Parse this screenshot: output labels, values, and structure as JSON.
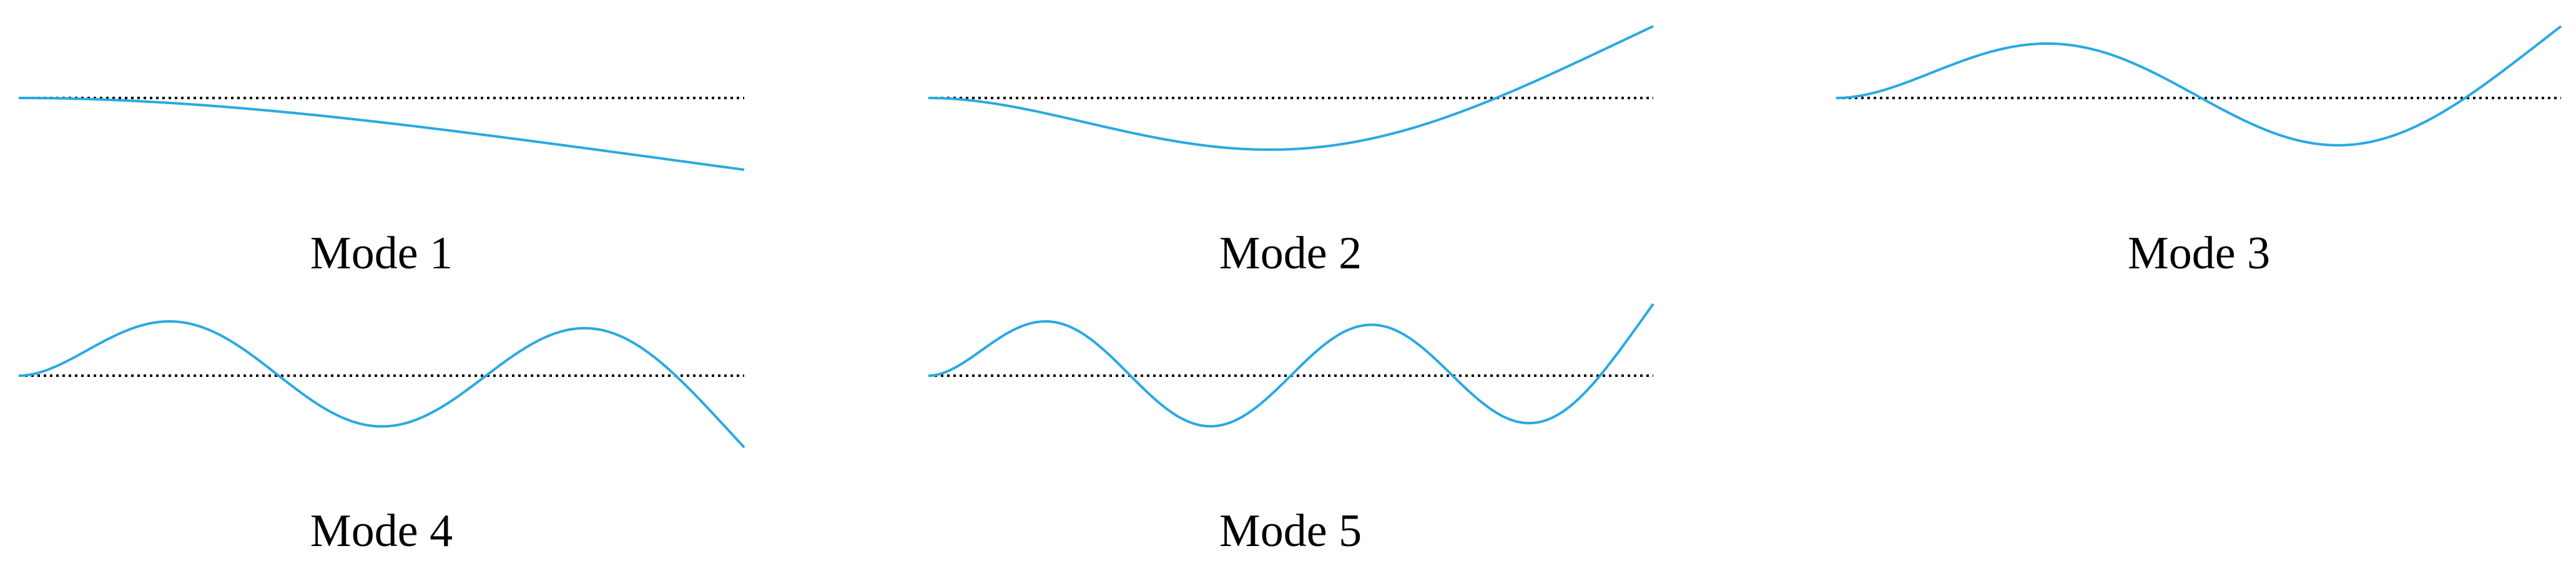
{
  "colors": {
    "curve": "#29a9e1",
    "baseline": "#000000",
    "background": "#ffffff"
  },
  "panels": [
    {
      "label": "Mode 1",
      "mode_number": 1,
      "shape": "cantilever mode 1: single monotone deflection"
    },
    {
      "label": "Mode 2",
      "mode_number": 2,
      "shape": "cantilever mode 2: one zero crossing"
    },
    {
      "label": "Mode 3",
      "mode_number": 3,
      "shape": "cantilever mode 3: two zero crossings"
    },
    {
      "label": "Mode 4",
      "mode_number": 4,
      "shape": "cantilever mode 4: three zero crossings"
    },
    {
      "label": "Mode 5",
      "mode_number": 5,
      "shape": "cantilever mode 5: four zero crossings"
    }
  ]
}
